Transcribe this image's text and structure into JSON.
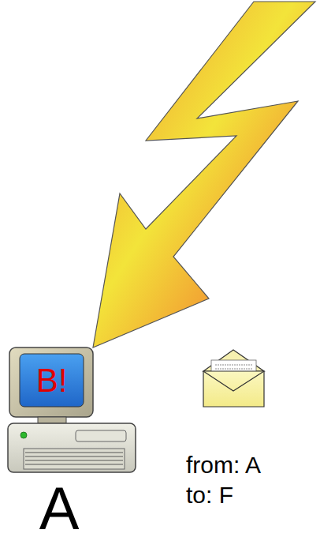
{
  "diagram": {
    "nodes": [
      {
        "text": [
          "B!",
          "A"
        ]
      }
    ],
    "labels": [
      "from: A",
      "to: F"
    ]
  }
}
